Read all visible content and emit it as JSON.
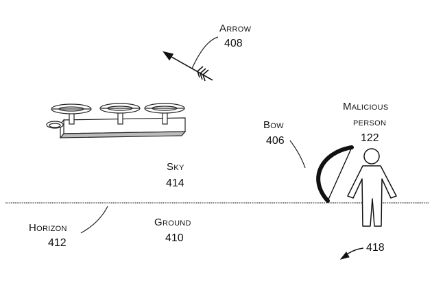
{
  "labels": {
    "arrow": {
      "name": "Arrow",
      "ref": "408"
    },
    "malicious_person": {
      "line1": "Malicious",
      "line2": "person",
      "ref": "122"
    },
    "bow": {
      "name": "Bow",
      "ref": "406"
    },
    "sky": {
      "name": "Sky",
      "ref": "414"
    },
    "horizon": {
      "name": "Horizon",
      "ref": "412"
    },
    "ground": {
      "name": "Ground",
      "ref": "410"
    },
    "figure_ref": "418"
  }
}
